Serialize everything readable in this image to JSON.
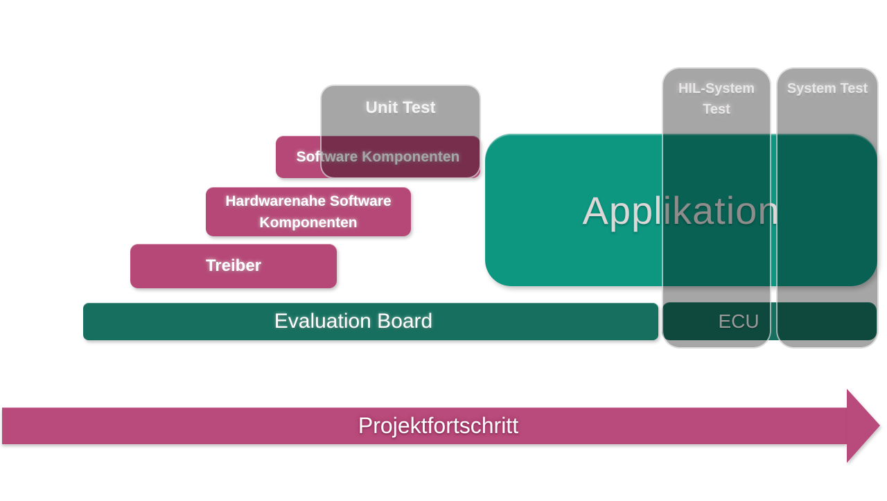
{
  "boxes": {
    "unit_test": {
      "label": "Unit Test"
    },
    "software_komponenten": {
      "label": "Software Komponenten"
    },
    "hardwarenahe": {
      "label": "Hardwarenahe Software\nKomponenten"
    },
    "treiber": {
      "label": "Treiber"
    },
    "evaluation_board": {
      "label": "Evaluation Board"
    },
    "applikation": {
      "label": "Applikation"
    },
    "ecu": {
      "label": "ECU"
    }
  },
  "columns": [
    {
      "label": "HIL-System\nTest"
    },
    {
      "label": "System Test"
    }
  ],
  "arrow": {
    "label": "Projektfortschritt"
  },
  "colors": {
    "canvas_bg": "#ffffff",
    "pink": "#b54876",
    "teal": "#0d9680",
    "dark_teal": "#17705f",
    "arrow_pink": "#b84b7b",
    "overlay_gray": "rgba(0,0,0,0.35)"
  }
}
